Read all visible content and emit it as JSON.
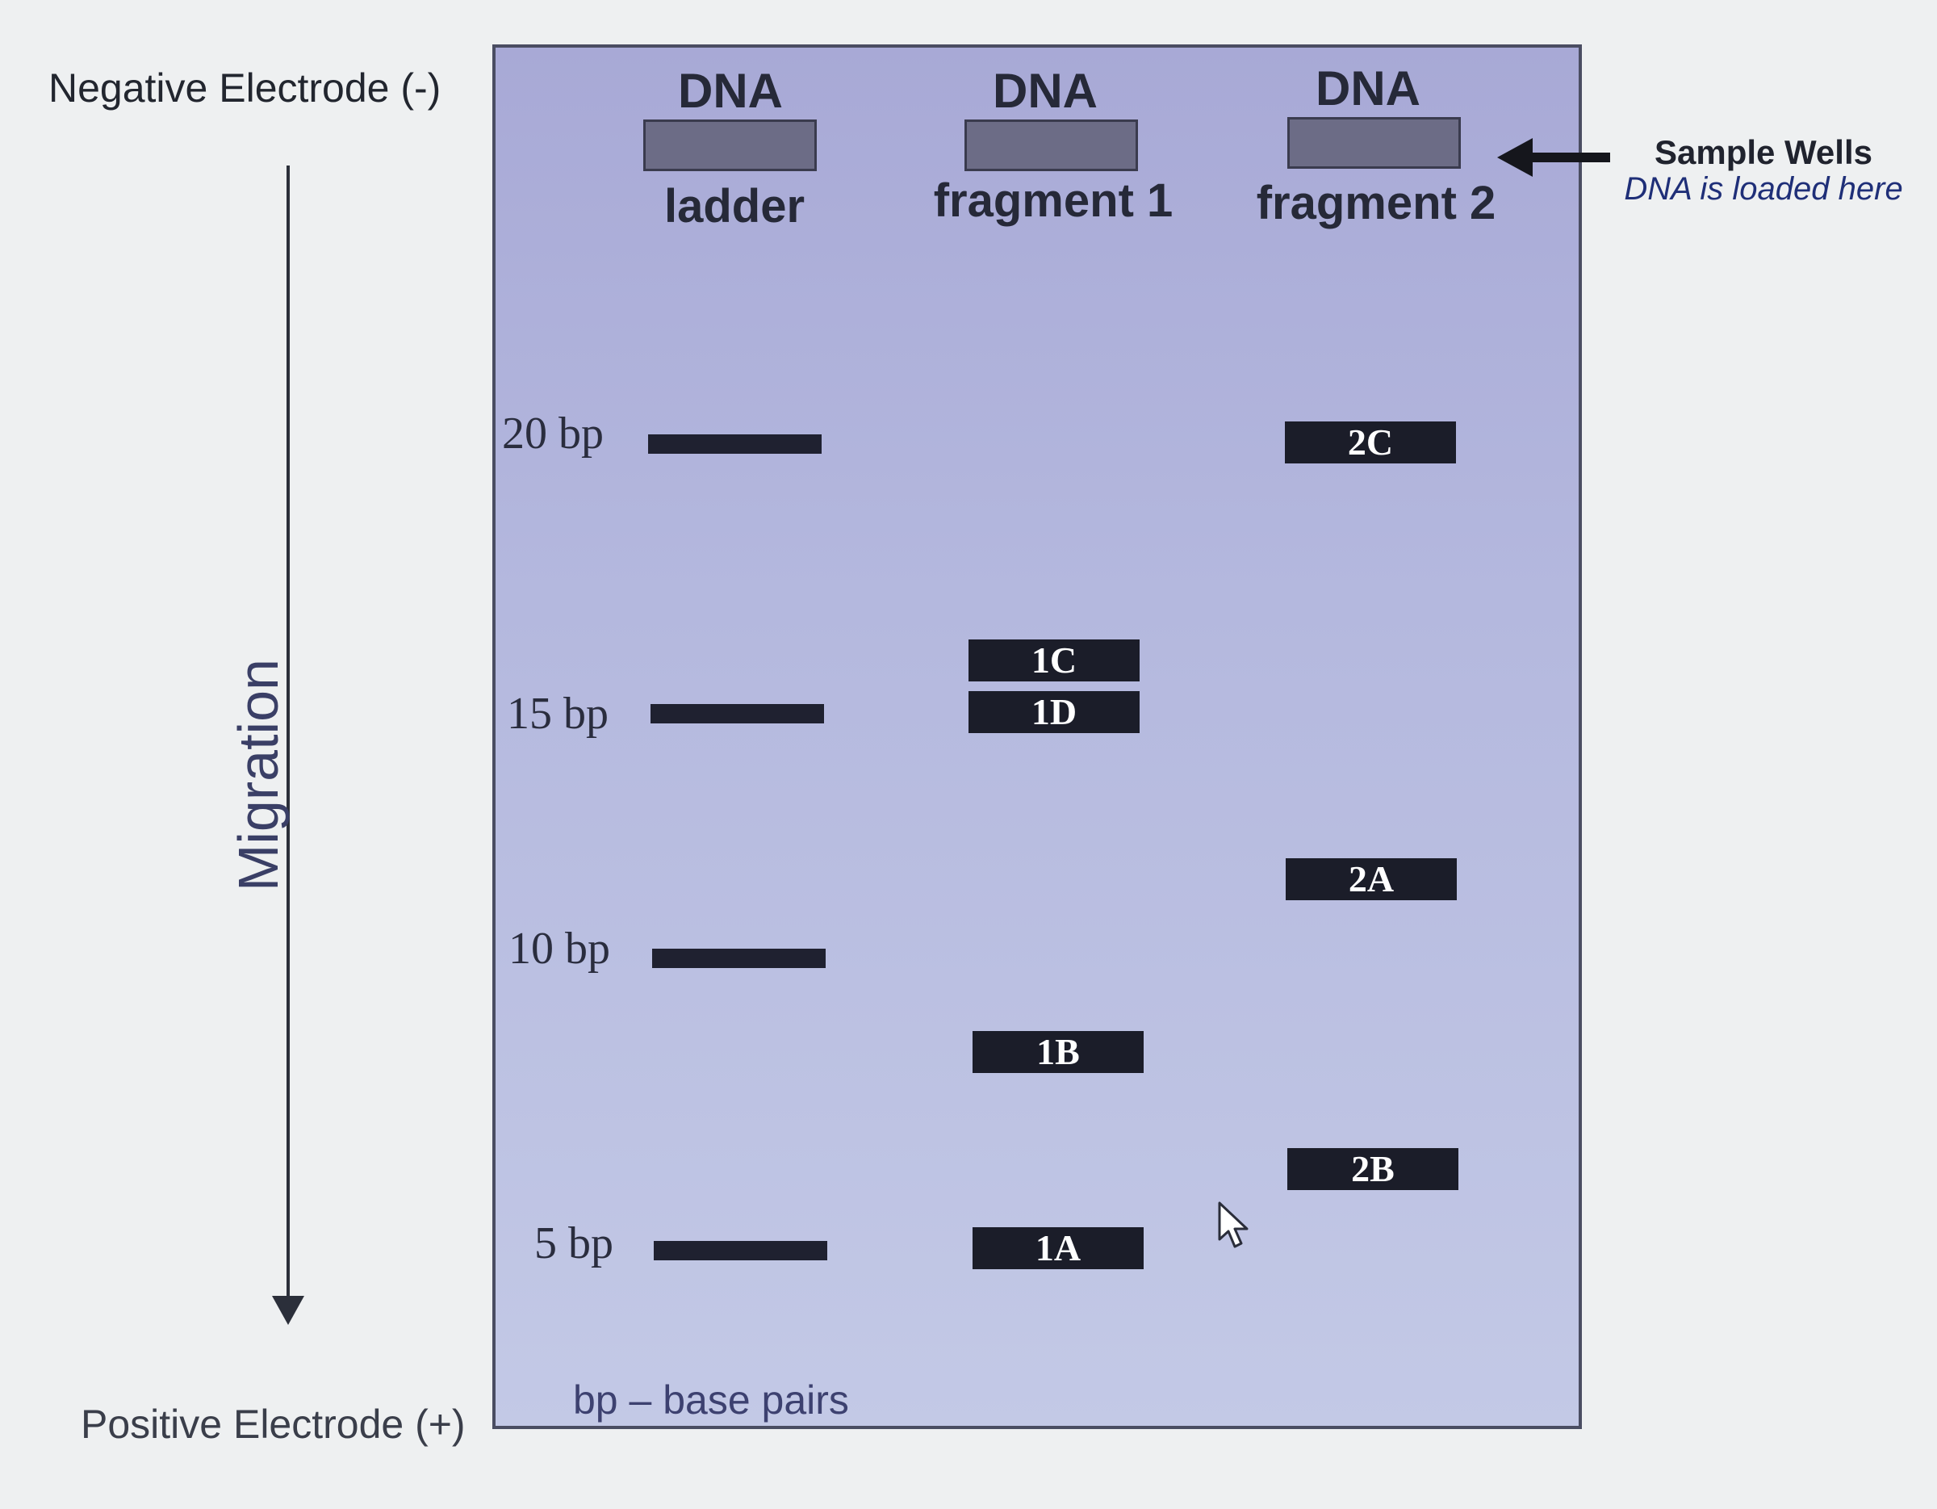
{
  "electrodes": {
    "negative": "Negative Electrode (-)",
    "positive": "Positive Electrode (+)"
  },
  "migration_label": "Migration",
  "lanes": [
    {
      "top": "DNA",
      "bottom": "ladder"
    },
    {
      "top": "DNA",
      "bottom": "fragment 1"
    },
    {
      "top": "DNA",
      "bottom": "fragment 2"
    }
  ],
  "ladder": [
    {
      "label": "20 bp",
      "size_bp": 20
    },
    {
      "label": "15 bp",
      "size_bp": 15
    },
    {
      "label": "10 bp",
      "size_bp": 10
    },
    {
      "label": "5 bp",
      "size_bp": 5
    }
  ],
  "bands": {
    "fragment1": [
      "1C",
      "1D",
      "1B",
      "1A"
    ],
    "fragment2": [
      "2C",
      "2A",
      "2B"
    ]
  },
  "sample_wells": {
    "title": "Sample Wells",
    "subtitle": "DNA is loaded here"
  },
  "footnote": "bp – base pairs",
  "colors": {
    "gel": "#b4b8de",
    "band": "#1b1d29",
    "well": "#6c6c86"
  }
}
